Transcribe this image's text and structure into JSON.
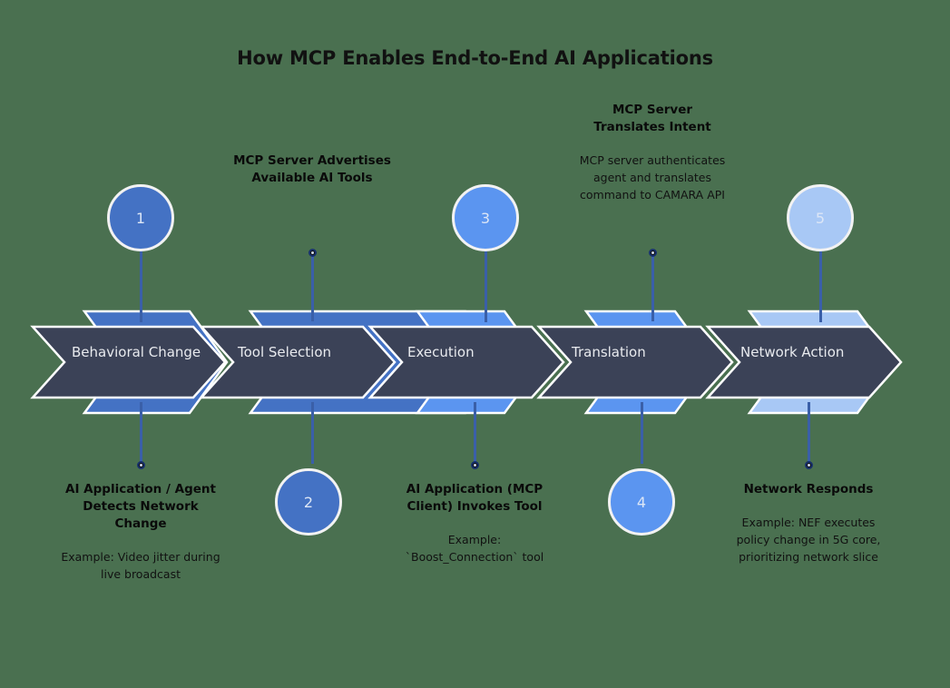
{
  "title": "How MCP Enables End-to-End AI Applications",
  "colors": {
    "background": "#4a7050",
    "chevron_fill": "#3b4257",
    "chevron_outline": "#ffffff",
    "accent_1": "#4472c4",
    "accent_2": "#4472c4",
    "accent_3": "#5b95f0",
    "accent_4": "#5b95f0",
    "accent_5": "#a8c8f5",
    "connector": "#3a5fa8",
    "title_text": "#111111",
    "chevron_text": "#e8eaee"
  },
  "stages": [
    {
      "number": "1",
      "chevron_label": "Behavioral Change",
      "circle_color": "#4472c4",
      "chevron_back_color": "#4472c4",
      "side": "bottom",
      "heading": "AI Application / Agent Detects Network Change",
      "example": "Example: Video jitter during live broadcast"
    },
    {
      "number": "2",
      "chevron_label": "Tool Selection",
      "circle_color": "#4472c4",
      "chevron_back_color": "#4472c4",
      "side": "top",
      "heading": "MCP Server Advertises Available AI Tools",
      "example": ""
    },
    {
      "number": "3",
      "chevron_label": "Execution",
      "circle_color": "#5b95f0",
      "chevron_back_color": "#5b95f0",
      "side": "bottom",
      "heading": "AI Application (MCP Client) Invokes Tool",
      "example": "Example: `Boost_Connection` tool"
    },
    {
      "number": "4",
      "chevron_label": "Translation",
      "circle_color": "#5b95f0",
      "chevron_back_color": "#5b95f0",
      "side": "top",
      "heading": "MCP Server Translates Intent",
      "example": "MCP server authenticates agent and translates command to CAMARA API"
    },
    {
      "number": "5",
      "chevron_label": "Network Action",
      "circle_color": "#a8c8f5",
      "chevron_back_color": "#a8c8f5",
      "side": "bottom",
      "heading": "Network Responds",
      "example": "Example: NEF executes policy change in 5G core, prioritizing network slice"
    }
  ]
}
